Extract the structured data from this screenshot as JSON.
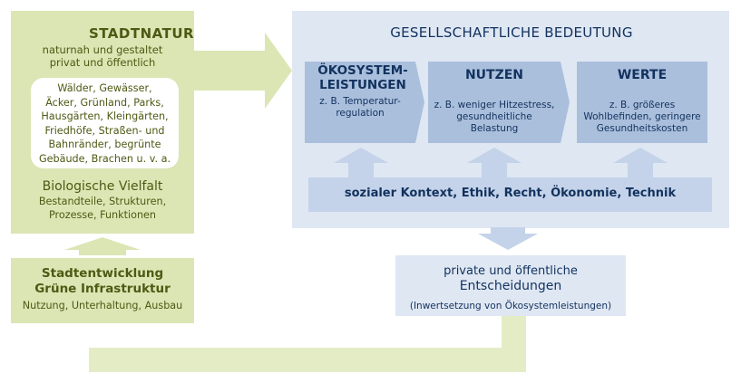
{
  "stadtnatur": {
    "title": "STADTNATUR",
    "subtitle_lines": [
      "naturnah und gestaltet",
      "privat und öffentlich"
    ],
    "examples_lines": [
      "Wälder, Gewässer,",
      "Äcker, Grünland, Parks,",
      "Hausgärten, Kleingärten,",
      "Friedhöfe, Straßen- und",
      "Bahnränder, begrünte",
      "Gebäude, Brachen u. v. a."
    ],
    "bio_title": "Biologische Vielfalt",
    "bio_lines": [
      "Bestandteile, Strukturen,",
      "Prozesse, Funktionen"
    ]
  },
  "stadtentwicklung": {
    "title_lines": [
      "Stadtentwicklung",
      "Grüne Infrastruktur"
    ],
    "subtitle": "Nutzung, Unterhaltung, Ausbau"
  },
  "gesellschaft": {
    "title": "GESELLSCHAFTLICHE BEDEUTUNG",
    "boxes": [
      {
        "title_lines": [
          "ÖKOSYSTEM-",
          "LEISTUNGEN"
        ],
        "text_lines": [
          "z. B. Temperatur-",
          "regulation"
        ]
      },
      {
        "title_lines": [
          "NUTZEN"
        ],
        "text_lines": [
          "z. B. weniger Hitzestress,",
          "gesundheitliche",
          "Belastung"
        ]
      },
      {
        "title_lines": [
          "WERTE"
        ],
        "text_lines": [
          "z. B. größeres",
          "Wohlbefinden, geringere",
          "Gesundheitskosten"
        ]
      }
    ],
    "context": "sozialer Kontext, Ethik, Recht, Ökonomie, Technik"
  },
  "decisions": {
    "title_lines": [
      "private und öffentliche",
      "Entscheidungen"
    ],
    "subtitle": "(Inwertsetzung von Ökosystemleistungen)"
  },
  "colors": {
    "green_panel": "#dbe6b4",
    "green_arrow": "#e4ecc5",
    "green_text": "#4d5a14",
    "blue_panel": "#dfe7f3",
    "blue_box": "#aabfdc",
    "blue_arrow": "#c4d3e9",
    "blue_text": "#12325e"
  }
}
